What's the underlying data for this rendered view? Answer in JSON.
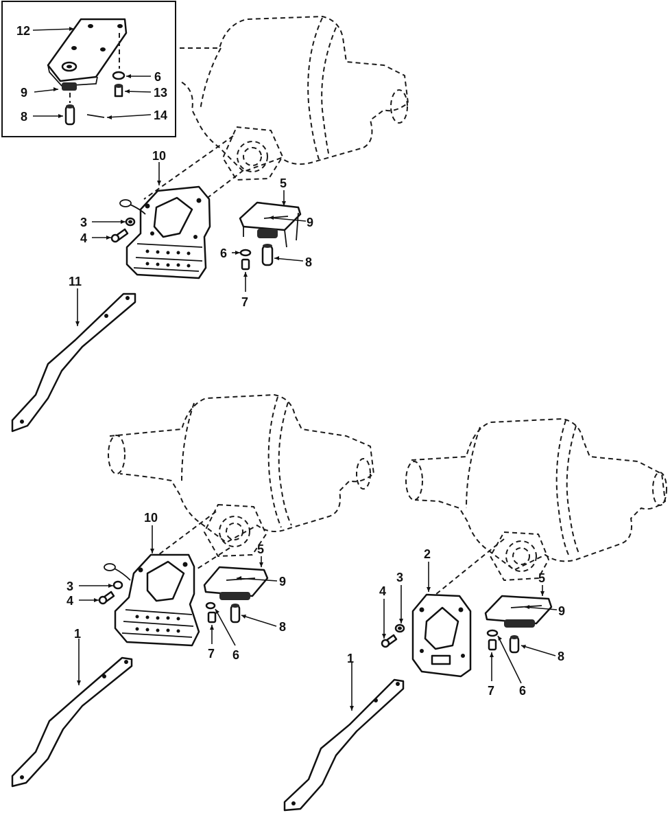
{
  "figure": {
    "inset": {
      "callouts": [
        "12",
        "6",
        "9",
        "13",
        "8",
        "14"
      ]
    },
    "top_assembly": {
      "callouts": [
        "10",
        "5",
        "3",
        "9",
        "4",
        "6",
        "8",
        "7",
        "11"
      ]
    },
    "lower_left_assembly": {
      "callouts": [
        "10",
        "5",
        "3",
        "9",
        "4",
        "8",
        "7",
        "6",
        "1"
      ]
    },
    "lower_right_assembly": {
      "callouts": [
        "2",
        "3",
        "5",
        "4",
        "9",
        "8",
        "7",
        "6",
        "1"
      ]
    }
  }
}
